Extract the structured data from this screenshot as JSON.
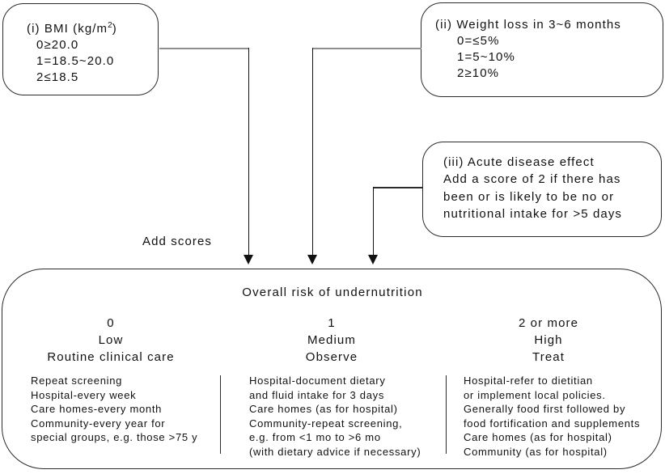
{
  "colors": {
    "bg": "#ffffff",
    "line": "#2b2b2b",
    "connector": "#8f8f8f",
    "text": "#111111"
  },
  "score_boxes": {
    "bmi": {
      "title_prefix": "(i) BMI (kg/m",
      "title_sup": "2",
      "title_suffix": ")",
      "items": [
        "0≥20.0",
        "1=18.5~20.0",
        "2≤18.5"
      ]
    },
    "weight_loss": {
      "title": "(ii) Weight loss in 3~6 months",
      "items": [
        "0=≤5%",
        "1=5~10%",
        "2≥10%"
      ]
    },
    "acute_disease": {
      "lines": [
        "(iii) Acute disease effect",
        "Add a score of 2 if there has",
        "been or is likely to be no or",
        "nutritional intake for >5 days"
      ]
    }
  },
  "add_scores_label": "Add scores",
  "overall": {
    "title": "Overall risk of undernutrition",
    "columns": [
      {
        "score": "0",
        "risk": "Low",
        "action": "Routine clinical care",
        "details": [
          "Repeat screening",
          "Hospital-every week",
          "Care homes-every month",
          "Community-every year for",
          "special groups, e.g. those >75 y"
        ]
      },
      {
        "score": "1",
        "risk": "Medium",
        "action": "Observe",
        "details": [
          "Hospital-document dietary",
          "and fluid intake for 3 days",
          "Care homes (as for hospital)",
          "Community-repeat screening,",
          "e.g. from <1 mo to >6 mo",
          "(with dietary advice if necessary)"
        ]
      },
      {
        "score": "2 or more",
        "risk": "High",
        "action": "Treat",
        "details": [
          "Hospital-refer to dietitian",
          "or implement local policies.",
          "Generally food first followed by",
          "food fortification and supplements",
          "Care homes (as for hospital)",
          "Community (as for hospital)"
        ]
      }
    ]
  }
}
